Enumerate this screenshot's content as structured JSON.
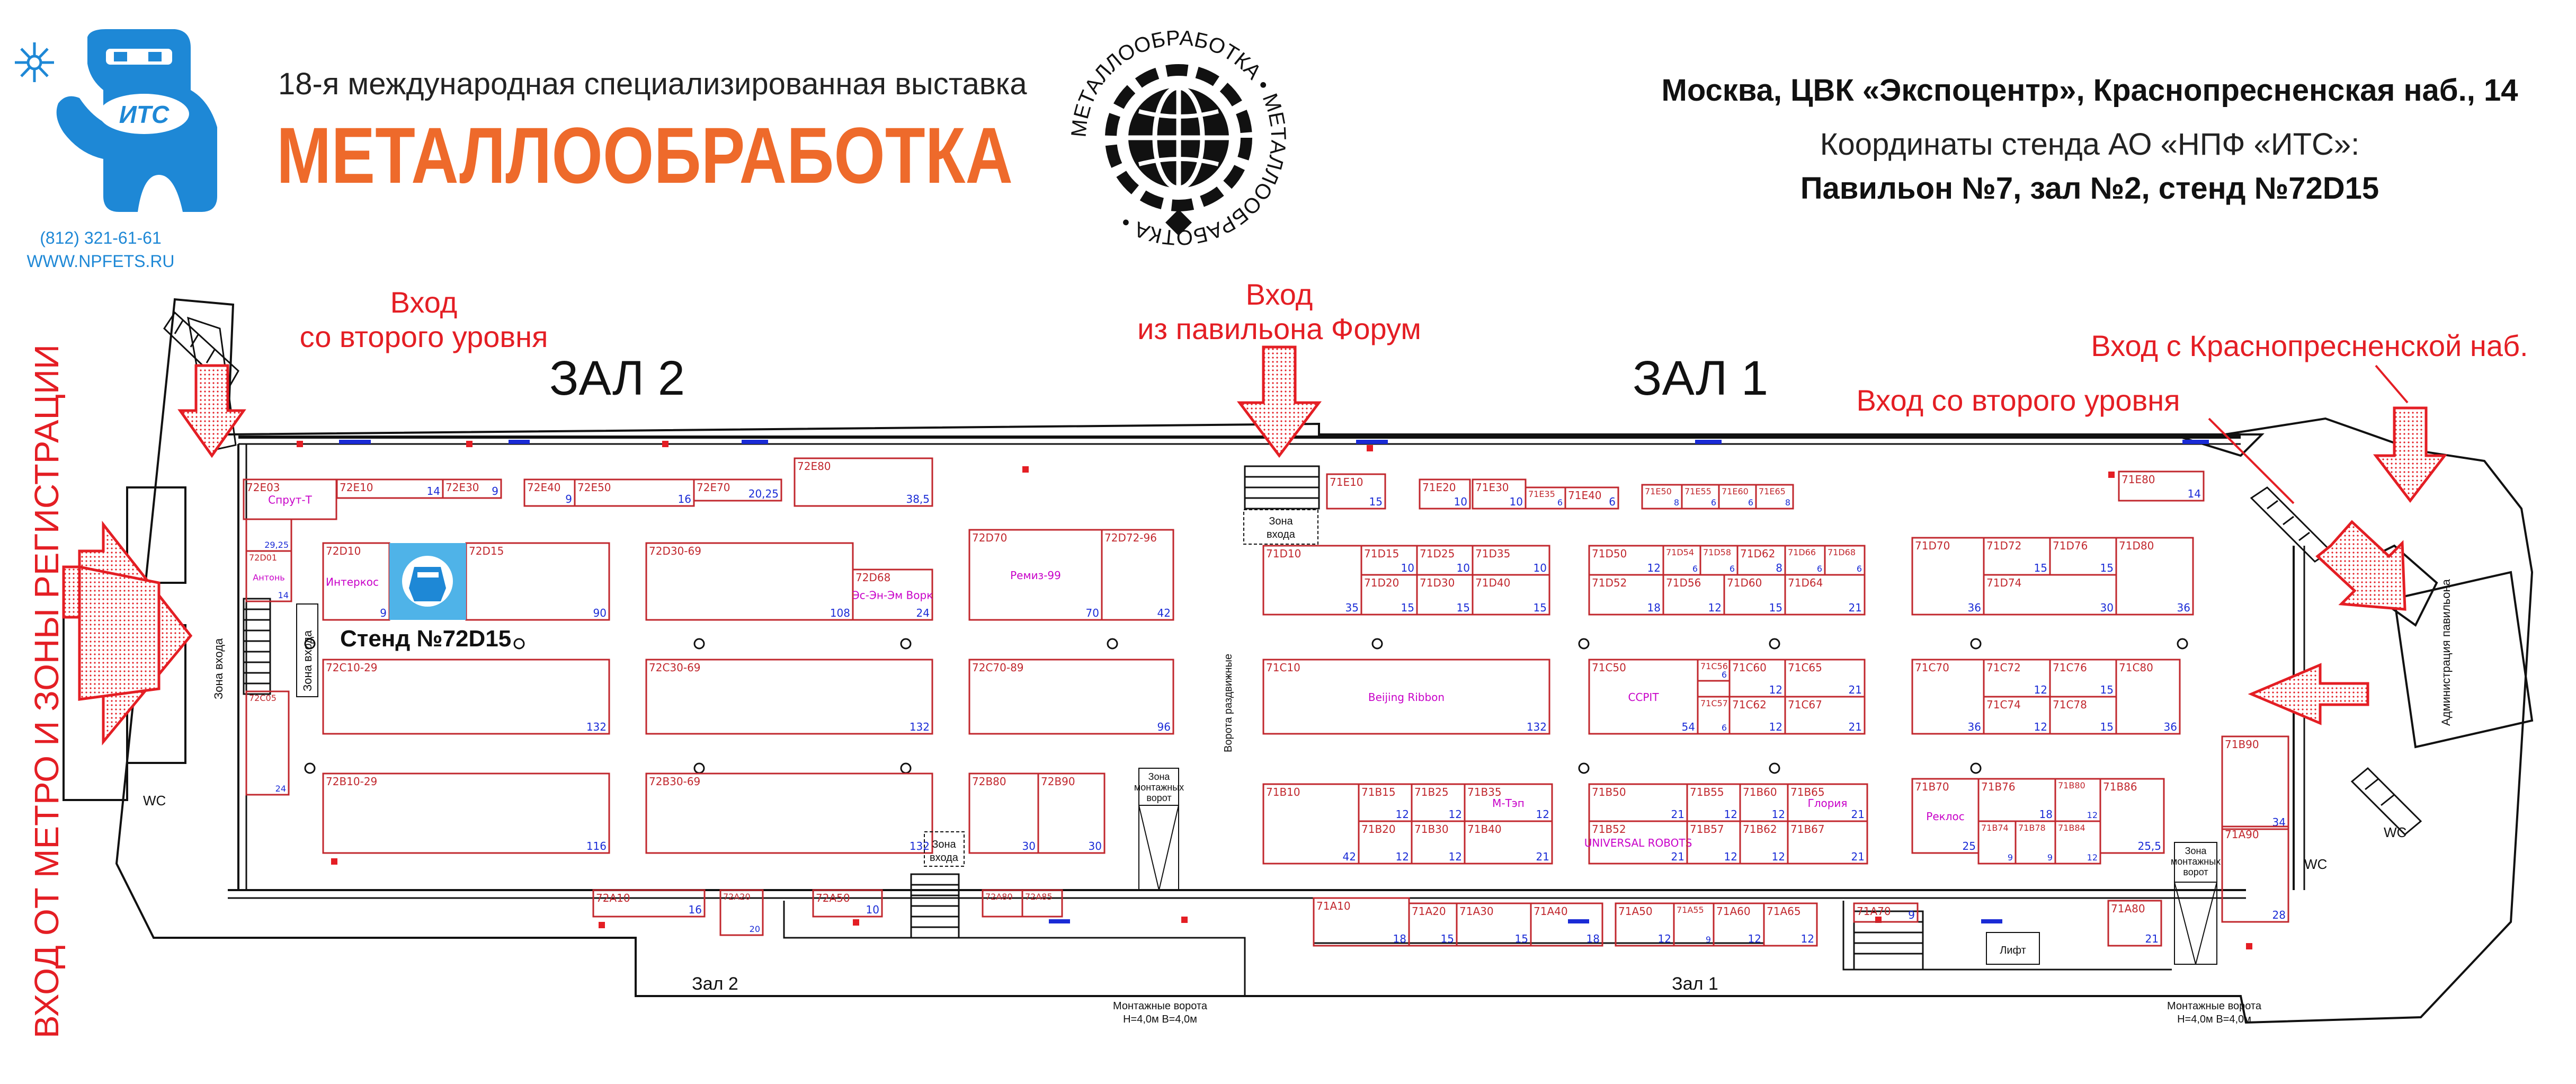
{
  "header": {
    "logo_text": "ИТС",
    "phone": "(812) 321-61-61",
    "website": "WWW.NPFETS.RU",
    "exhibition_subtitle": "18-я международная специализированная выставка",
    "exhibition_title": "МЕТАЛЛООБРАБОТКА",
    "emblem_ring_text": "МЕТАЛЛООБРАБОТКА • МЕТАЛЛООБРАБОТКА •",
    "address": "Москва, ЦВК «Экспоцентр», Краснопресненская наб., 14",
    "coords_label": "Координаты стенда АО «НПФ «ИТС»:",
    "coords_value": "Павильон №7, зал №2, стенд №72D15"
  },
  "colors": {
    "accent_orange": "#EE6A2B",
    "brand_blue": "#1E88D6",
    "label_red": "#E41E24",
    "booth_red": "#C1272D",
    "magenta": "#C800C8",
    "plan_black": "#111111",
    "partition_blue": "#1A2BD6"
  },
  "plan": {
    "hall2_label": "ЗАЛ 2",
    "hall1_label": "ЗАЛ 1",
    "hall2_bottom": "Зал 2",
    "hall1_bottom": "Зал 1",
    "entrance_second_level_left_1": "Вход",
    "entrance_second_level_left_2": "со второго уровня",
    "entrance_forum_1": "Вход",
    "entrance_forum_2": "из павильона Форум",
    "entrance_krasnopresnenskaya": "Вход с Краснопресненской наб.",
    "entrance_second_level_right": "Вход со второго уровня",
    "metro_entrance": "ВХОД ОТ МЕТРО И ЗОНЫ РЕГИСТРАЦИИ",
    "stand_label": "Стенд №72D15",
    "zone_entry": "Зона входа",
    "zone_entry_a": "Зона",
    "zone_entry_b": "входа",
    "zone_mount_a": "Зона",
    "zone_mount_b": "монтажных",
    "zone_mount_c": "ворот",
    "gate_rozdat": "Ворота раздвижные",
    "mount_gates": "Монтажные ворота",
    "mount_gates_dims": "H=4,0м  B=4,0м",
    "wc": "WC",
    "lift": "Лифт",
    "admin": "Администрация павильона"
  },
  "booths": [
    {
      "id": "72E03",
      "area": "",
      "company": "Спрут-Т"
    },
    {
      "id": "72E10",
      "area": "14",
      "company": ""
    },
    {
      "id": "72E30",
      "area": "9",
      "company": ""
    },
    {
      "id": "72E40",
      "area": "9",
      "company": ""
    },
    {
      "id": "72E50",
      "area": "16",
      "company": ""
    },
    {
      "id": "72E70",
      "area": "20,25",
      "company": ""
    },
    {
      "id": "72E80",
      "area": "38,5",
      "company": ""
    },
    {
      "id": "72D01",
      "area": "14",
      "company": "Антонь"
    },
    {
      "id": "72D01a",
      "area": "29,25",
      "company": ""
    },
    {
      "id": "72D10",
      "area": "9",
      "company": "Интеркос"
    },
    {
      "id": "72D30-69",
      "area": "108",
      "company": ""
    },
    {
      "id": "72D68",
      "area": "24",
      "company": "Эс-Эн-Эм Ворк"
    },
    {
      "id": "72D70",
      "area": "70",
      "company": "Ремиз-99"
    },
    {
      "id": "72D72-96",
      "area": "42",
      "company": ""
    },
    {
      "id": "72D15",
      "area": "90",
      "company": ""
    },
    {
      "id": "72C10-29",
      "area": "132",
      "company": ""
    },
    {
      "id": "72C30-69",
      "area": "132",
      "company": ""
    },
    {
      "id": "72C70-89",
      "area": "96",
      "company": ""
    },
    {
      "id": "72C05",
      "area": "24",
      "company": ""
    },
    {
      "id": "72B10-29",
      "area": "116",
      "company": ""
    },
    {
      "id": "72B30-69",
      "area": "132",
      "company": ""
    },
    {
      "id": "72B80",
      "area": "30",
      "company": ""
    },
    {
      "id": "72B90",
      "area": "30",
      "company": ""
    },
    {
      "id": "72A10",
      "area": "16",
      "company": ""
    },
    {
      "id": "72A20",
      "area": "20",
      "company": ""
    },
    {
      "id": "72A50",
      "area": "10",
      "company": ""
    },
    {
      "id": "72A80",
      "area": "",
      "company": ""
    },
    {
      "id": "72A85",
      "area": "",
      "company": ""
    },
    {
      "id": "71E10",
      "area": "15",
      "company": ""
    },
    {
      "id": "71E20",
      "area": "10",
      "company": ""
    },
    {
      "id": "71E30",
      "area": "10",
      "company": ""
    },
    {
      "id": "71E35",
      "area": "6",
      "company": ""
    },
    {
      "id": "71E40",
      "area": "6",
      "company": ""
    },
    {
      "id": "71E50",
      "area": "8",
      "company": ""
    },
    {
      "id": "71E55",
      "area": "6",
      "company": ""
    },
    {
      "id": "71E60",
      "area": "6",
      "company": ""
    },
    {
      "id": "71E65",
      "area": "8",
      "company": ""
    },
    {
      "id": "71E80",
      "area": "14",
      "company": ""
    },
    {
      "id": "71D10",
      "area": "35",
      "company": ""
    },
    {
      "id": "71D15",
      "area": "10",
      "company": ""
    },
    {
      "id": "71D25",
      "area": "10",
      "company": ""
    },
    {
      "id": "71D35",
      "area": "10",
      "company": ""
    },
    {
      "id": "71D20",
      "area": "15",
      "company": ""
    },
    {
      "id": "71D30",
      "area": "15",
      "company": ""
    },
    {
      "id": "71D40",
      "area": "15",
      "company": ""
    },
    {
      "id": "71D50",
      "area": "12",
      "company": ""
    },
    {
      "id": "71D54",
      "area": "6",
      "company": ""
    },
    {
      "id": "71D58",
      "area": "6",
      "company": ""
    },
    {
      "id": "71D62",
      "area": "8",
      "company": ""
    },
    {
      "id": "71D66",
      "area": "6",
      "company": ""
    },
    {
      "id": "71D68",
      "area": "6",
      "company": ""
    },
    {
      "id": "71D52",
      "area": "18",
      "company": ""
    },
    {
      "id": "71D56",
      "area": "12",
      "company": ""
    },
    {
      "id": "71D60",
      "area": "15",
      "company": ""
    },
    {
      "id": "71D64",
      "area": "21",
      "company": ""
    },
    {
      "id": "71D70",
      "area": "36",
      "company": ""
    },
    {
      "id": "71D72",
      "area": "15",
      "company": ""
    },
    {
      "id": "71D76",
      "area": "15",
      "company": ""
    },
    {
      "id": "71D80",
      "area": "36",
      "company": ""
    },
    {
      "id": "71D74",
      "area": "30",
      "company": ""
    },
    {
      "id": "71C10",
      "area": "132",
      "company": "Beijing Ribbon"
    },
    {
      "id": "71C50",
      "area": "54",
      "company": "CCPIT"
    },
    {
      "id": "71C56",
      "area": "6",
      "company": ""
    },
    {
      "id": "71C57",
      "area": "6",
      "company": ""
    },
    {
      "id": "71C60",
      "area": "12",
      "company": ""
    },
    {
      "id": "71C62",
      "area": "12",
      "company": ""
    },
    {
      "id": "71C65",
      "area": "21",
      "company": ""
    },
    {
      "id": "71C67",
      "area": "21",
      "company": ""
    },
    {
      "id": "71C70",
      "area": "36",
      "company": ""
    },
    {
      "id": "71C72",
      "area": "12",
      "company": ""
    },
    {
      "id": "71C74",
      "area": "12",
      "company": ""
    },
    {
      "id": "71C76",
      "area": "15",
      "company": ""
    },
    {
      "id": "71C78",
      "area": "15",
      "company": ""
    },
    {
      "id": "71C80",
      "area": "36",
      "company": ""
    },
    {
      "id": "71B10",
      "area": "42",
      "company": ""
    },
    {
      "id": "71B15",
      "area": "12",
      "company": ""
    },
    {
      "id": "71B20",
      "area": "12",
      "company": ""
    },
    {
      "id": "71B25",
      "area": "12",
      "company": ""
    },
    {
      "id": "71B30",
      "area": "12",
      "company": ""
    },
    {
      "id": "71B35",
      "area": "12",
      "company": "М-Тэп"
    },
    {
      "id": "71B40",
      "area": "21",
      "company": ""
    },
    {
      "id": "71B50",
      "area": "21",
      "company": ""
    },
    {
      "id": "71B52",
      "area": "21",
      "company": "UNIVERSAL ROBOTS"
    },
    {
      "id": "71B55",
      "area": "12",
      "company": ""
    },
    {
      "id": "71B57",
      "area": "12",
      "company": ""
    },
    {
      "id": "71B60",
      "area": "12",
      "company": ""
    },
    {
      "id": "71B62",
      "area": "12",
      "company": ""
    },
    {
      "id": "71B65",
      "area": "21",
      "company": "Глория"
    },
    {
      "id": "71B67",
      "area": "21",
      "company": ""
    },
    {
      "id": "71B70",
      "area": "25",
      "company": "Реклос"
    },
    {
      "id": "71B74",
      "area": "9",
      "company": ""
    },
    {
      "id": "71B76",
      "area": "18",
      "company": ""
    },
    {
      "id": "71B78",
      "area": "9",
      "company": ""
    },
    {
      "id": "71B80",
      "area": "12",
      "company": ""
    },
    {
      "id": "71B84",
      "area": "12",
      "company": ""
    },
    {
      "id": "71B86",
      "area": "25,5",
      "company": ""
    },
    {
      "id": "71B90",
      "area": "34",
      "company": ""
    },
    {
      "id": "71A90",
      "area": "28",
      "company": ""
    },
    {
      "id": "71A10",
      "area": "18",
      "company": ""
    },
    {
      "id": "71A20",
      "area": "15",
      "company": ""
    },
    {
      "id": "71A30",
      "area": "15",
      "company": ""
    },
    {
      "id": "71A40",
      "area": "18",
      "company": ""
    },
    {
      "id": "71A50",
      "area": "12",
      "company": ""
    },
    {
      "id": "71A55",
      "area": "9",
      "company": ""
    },
    {
      "id": "71A60",
      "area": "12",
      "company": ""
    },
    {
      "id": "71A65",
      "area": "12",
      "company": ""
    },
    {
      "id": "71A70",
      "area": "9",
      "company": ""
    },
    {
      "id": "71A80",
      "area": "21",
      "company": ""
    }
  ]
}
